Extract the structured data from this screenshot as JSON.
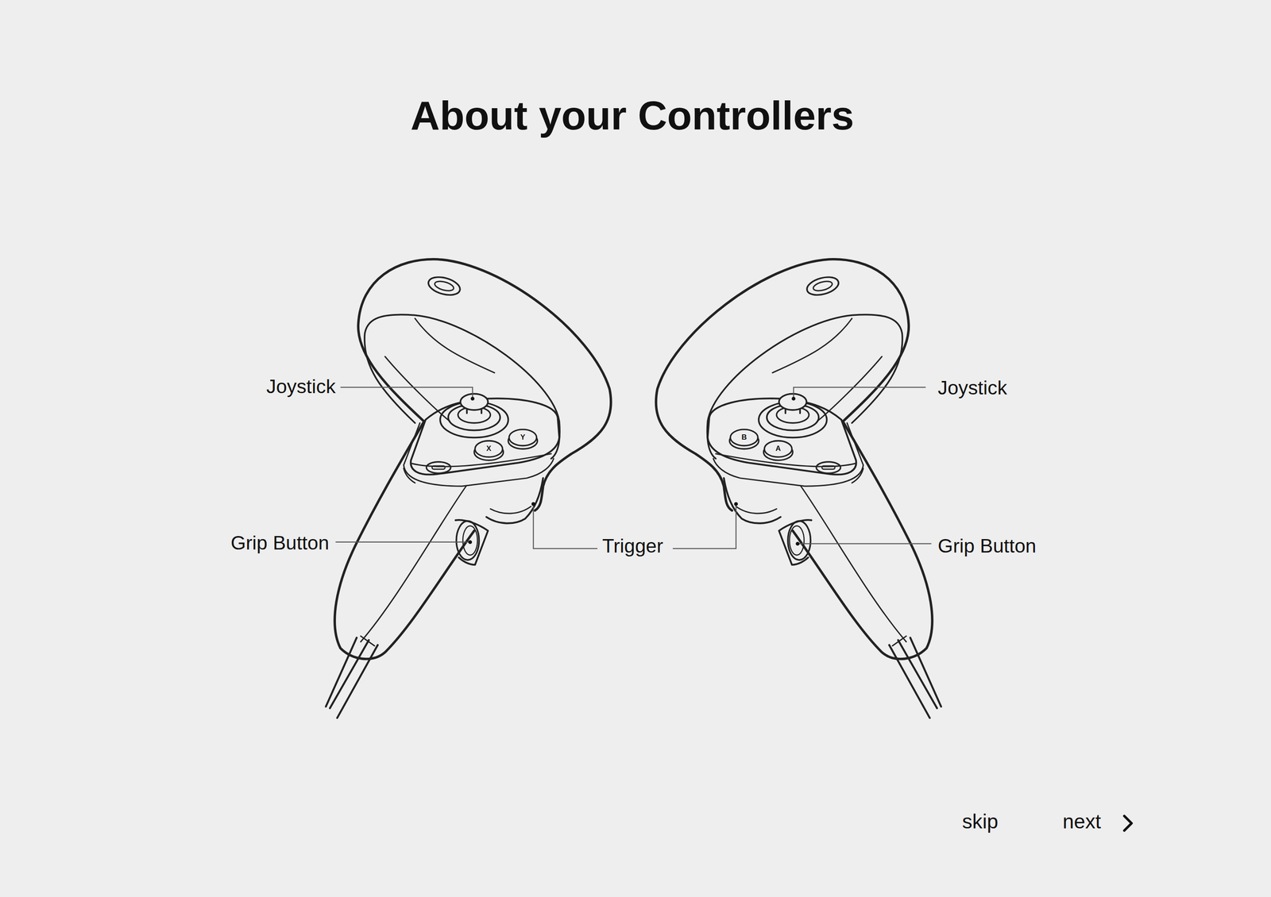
{
  "diagram": {
    "title": "About your Controllers",
    "labels": [
      "Joystick",
      "Grip Button",
      "Trigger",
      "Joystick",
      "Grip Button",
      "X",
      "Y",
      "B",
      "A",
      "skip",
      "next"
    ]
  }
}
